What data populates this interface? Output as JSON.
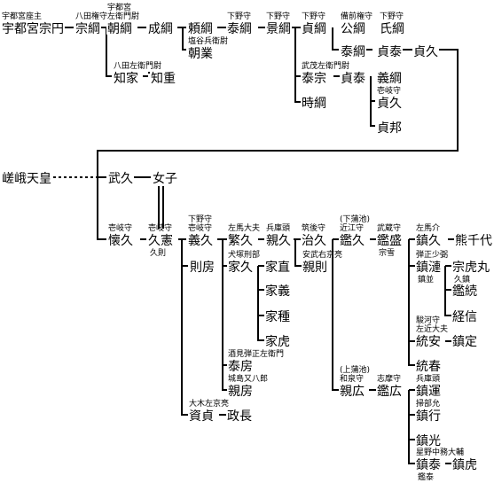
{
  "nodes": [
    {
      "id": "n1",
      "name": "宇都宮宗円",
      "title": "宇都宮座主"
    },
    {
      "id": "n2",
      "name": "宗綱",
      "title": "八田権守"
    },
    {
      "id": "n3",
      "name": "朝綱",
      "title": "宇都宮\n左衛門尉"
    },
    {
      "id": "n4",
      "name": "成綱"
    },
    {
      "id": "n5",
      "name": "頼綱"
    },
    {
      "id": "n6",
      "name": "泰綱",
      "title": "下野守"
    },
    {
      "id": "n7",
      "name": "景綱",
      "title": "下野守"
    },
    {
      "id": "n8",
      "name": "貞綱",
      "title": "下野守"
    },
    {
      "id": "n9",
      "name": "公綱",
      "title": "備前権守"
    },
    {
      "id": "n10",
      "name": "氏綱",
      "title": "下野守"
    },
    {
      "id": "n11",
      "name": "朝業",
      "title": "塩谷兵衛尉"
    },
    {
      "id": "n12",
      "name": "知家",
      "title": "八田左衛門尉"
    },
    {
      "id": "n13",
      "name": "知重"
    },
    {
      "id": "n14",
      "name": "泰綱"
    },
    {
      "id": "n15",
      "name": "貞泰"
    },
    {
      "id": "n16",
      "name": "貞久"
    },
    {
      "id": "n17",
      "name": "泰宗",
      "title": "武茂左衛門尉"
    },
    {
      "id": "n18",
      "name": "貞泰"
    },
    {
      "id": "n19",
      "name": "義綱"
    },
    {
      "id": "n20",
      "name": "貞久",
      "title": "壱岐守"
    },
    {
      "id": "n21",
      "name": "時綱"
    },
    {
      "id": "n22",
      "name": "貞邦"
    },
    {
      "id": "n23",
      "name": "嵯峨天皇"
    },
    {
      "id": "n24",
      "name": "武久"
    },
    {
      "id": "n25",
      "name": "女子"
    },
    {
      "id": "n26",
      "name": "懐久",
      "title": "壱岐守"
    },
    {
      "id": "n27",
      "name": "久憲",
      "title": "壱岐守",
      "subtitle": "久則"
    },
    {
      "id": "n28",
      "name": "義久",
      "title": "下野守\n壱岐守"
    },
    {
      "id": "n29",
      "name": "繁久",
      "title": "左馬大夫"
    },
    {
      "id": "n30",
      "name": "親久",
      "title": "兵庫頭"
    },
    {
      "id": "n31",
      "name": "治久",
      "title": "筑後守"
    },
    {
      "id": "n32",
      "name": "鑑久",
      "title": "(下蒲池)\n近江守"
    },
    {
      "id": "n33",
      "name": "鑑盛",
      "title": "武蔵守",
      "subtitle": "宗雪"
    },
    {
      "id": "n34",
      "name": "鎮久",
      "title": "左馬介"
    },
    {
      "id": "n35",
      "name": "熊千代"
    },
    {
      "id": "n36",
      "name": "則房"
    },
    {
      "id": "n37",
      "name": "家久",
      "title": "犬塚刑部"
    },
    {
      "id": "n38",
      "name": "家直"
    },
    {
      "id": "n39",
      "name": "親則",
      "title": "安武右京亮"
    },
    {
      "id": "n40",
      "name": "鎮漣",
      "title": "弾正少弼",
      "subtitle": "鎮並"
    },
    {
      "id": "n41",
      "name": "宗虎丸",
      "subtitle": "久鎮"
    },
    {
      "id": "n42",
      "name": "鑑続"
    },
    {
      "id": "n43",
      "name": "家義"
    },
    {
      "id": "n44",
      "name": "家種"
    },
    {
      "id": "n45",
      "name": "経信"
    },
    {
      "id": "n46",
      "name": "家虎"
    },
    {
      "id": "n47",
      "name": "統安",
      "title": "駿河守\n左近大夫"
    },
    {
      "id": "n48",
      "name": "鎮定"
    },
    {
      "id": "n49",
      "name": "泰房",
      "title": "酒見弾正左衛門"
    },
    {
      "id": "n50",
      "name": "親房",
      "title": "城島又八郎"
    },
    {
      "id": "n51",
      "name": "統春"
    },
    {
      "id": "n52",
      "name": "親広",
      "title": "(上蒲池)\n和泉守"
    },
    {
      "id": "n53",
      "name": "鑑広",
      "title": "志摩守"
    },
    {
      "id": "n54",
      "name": "鎮運",
      "title": "兵庫頭"
    },
    {
      "id": "n55",
      "name": "資貞",
      "title": "大木左京亮"
    },
    {
      "id": "n56",
      "name": "政長"
    },
    {
      "id": "n57",
      "name": "鎮行",
      "title": "掃部允"
    },
    {
      "id": "n58",
      "name": "鎮光"
    },
    {
      "id": "n59",
      "name": "鎮泰",
      "title": "星野中務大輔",
      "subtitle": "鑑泰"
    },
    {
      "id": "n60",
      "name": "鎮虎"
    }
  ]
}
